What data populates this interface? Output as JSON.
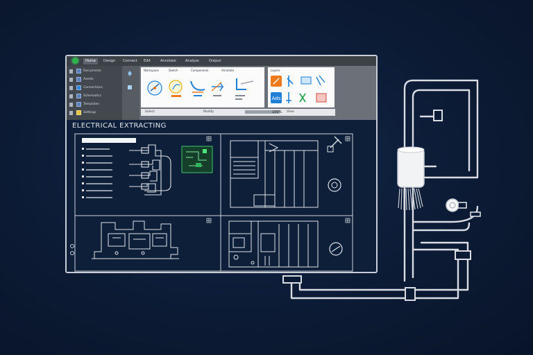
{
  "app": {
    "tabs": [
      "Home",
      "Design",
      "Connect",
      "Edit",
      "Annotate",
      "Analyze",
      "Output"
    ],
    "active_tab_index": 0,
    "project_title": "ELECTRICAL EXTRACTING",
    "zoom": "100%"
  },
  "nav": {
    "items": [
      "Documents",
      "Assets",
      "Connections",
      "Schematics",
      "Templates",
      "Settings"
    ]
  },
  "ribbon": {
    "labels": [
      "Workspace",
      "Sketch",
      "Components",
      "Annotate",
      "Layers"
    ],
    "icon_badge": "Ads",
    "bottom_labels": [
      "Select",
      "Modify",
      "View"
    ]
  },
  "colors": {
    "background": "#0c1b35",
    "line": "#d9dde3",
    "accent_green": "#2db34a",
    "icon_blue": "#1f7fd6",
    "icon_orange": "#ee7a1b"
  }
}
